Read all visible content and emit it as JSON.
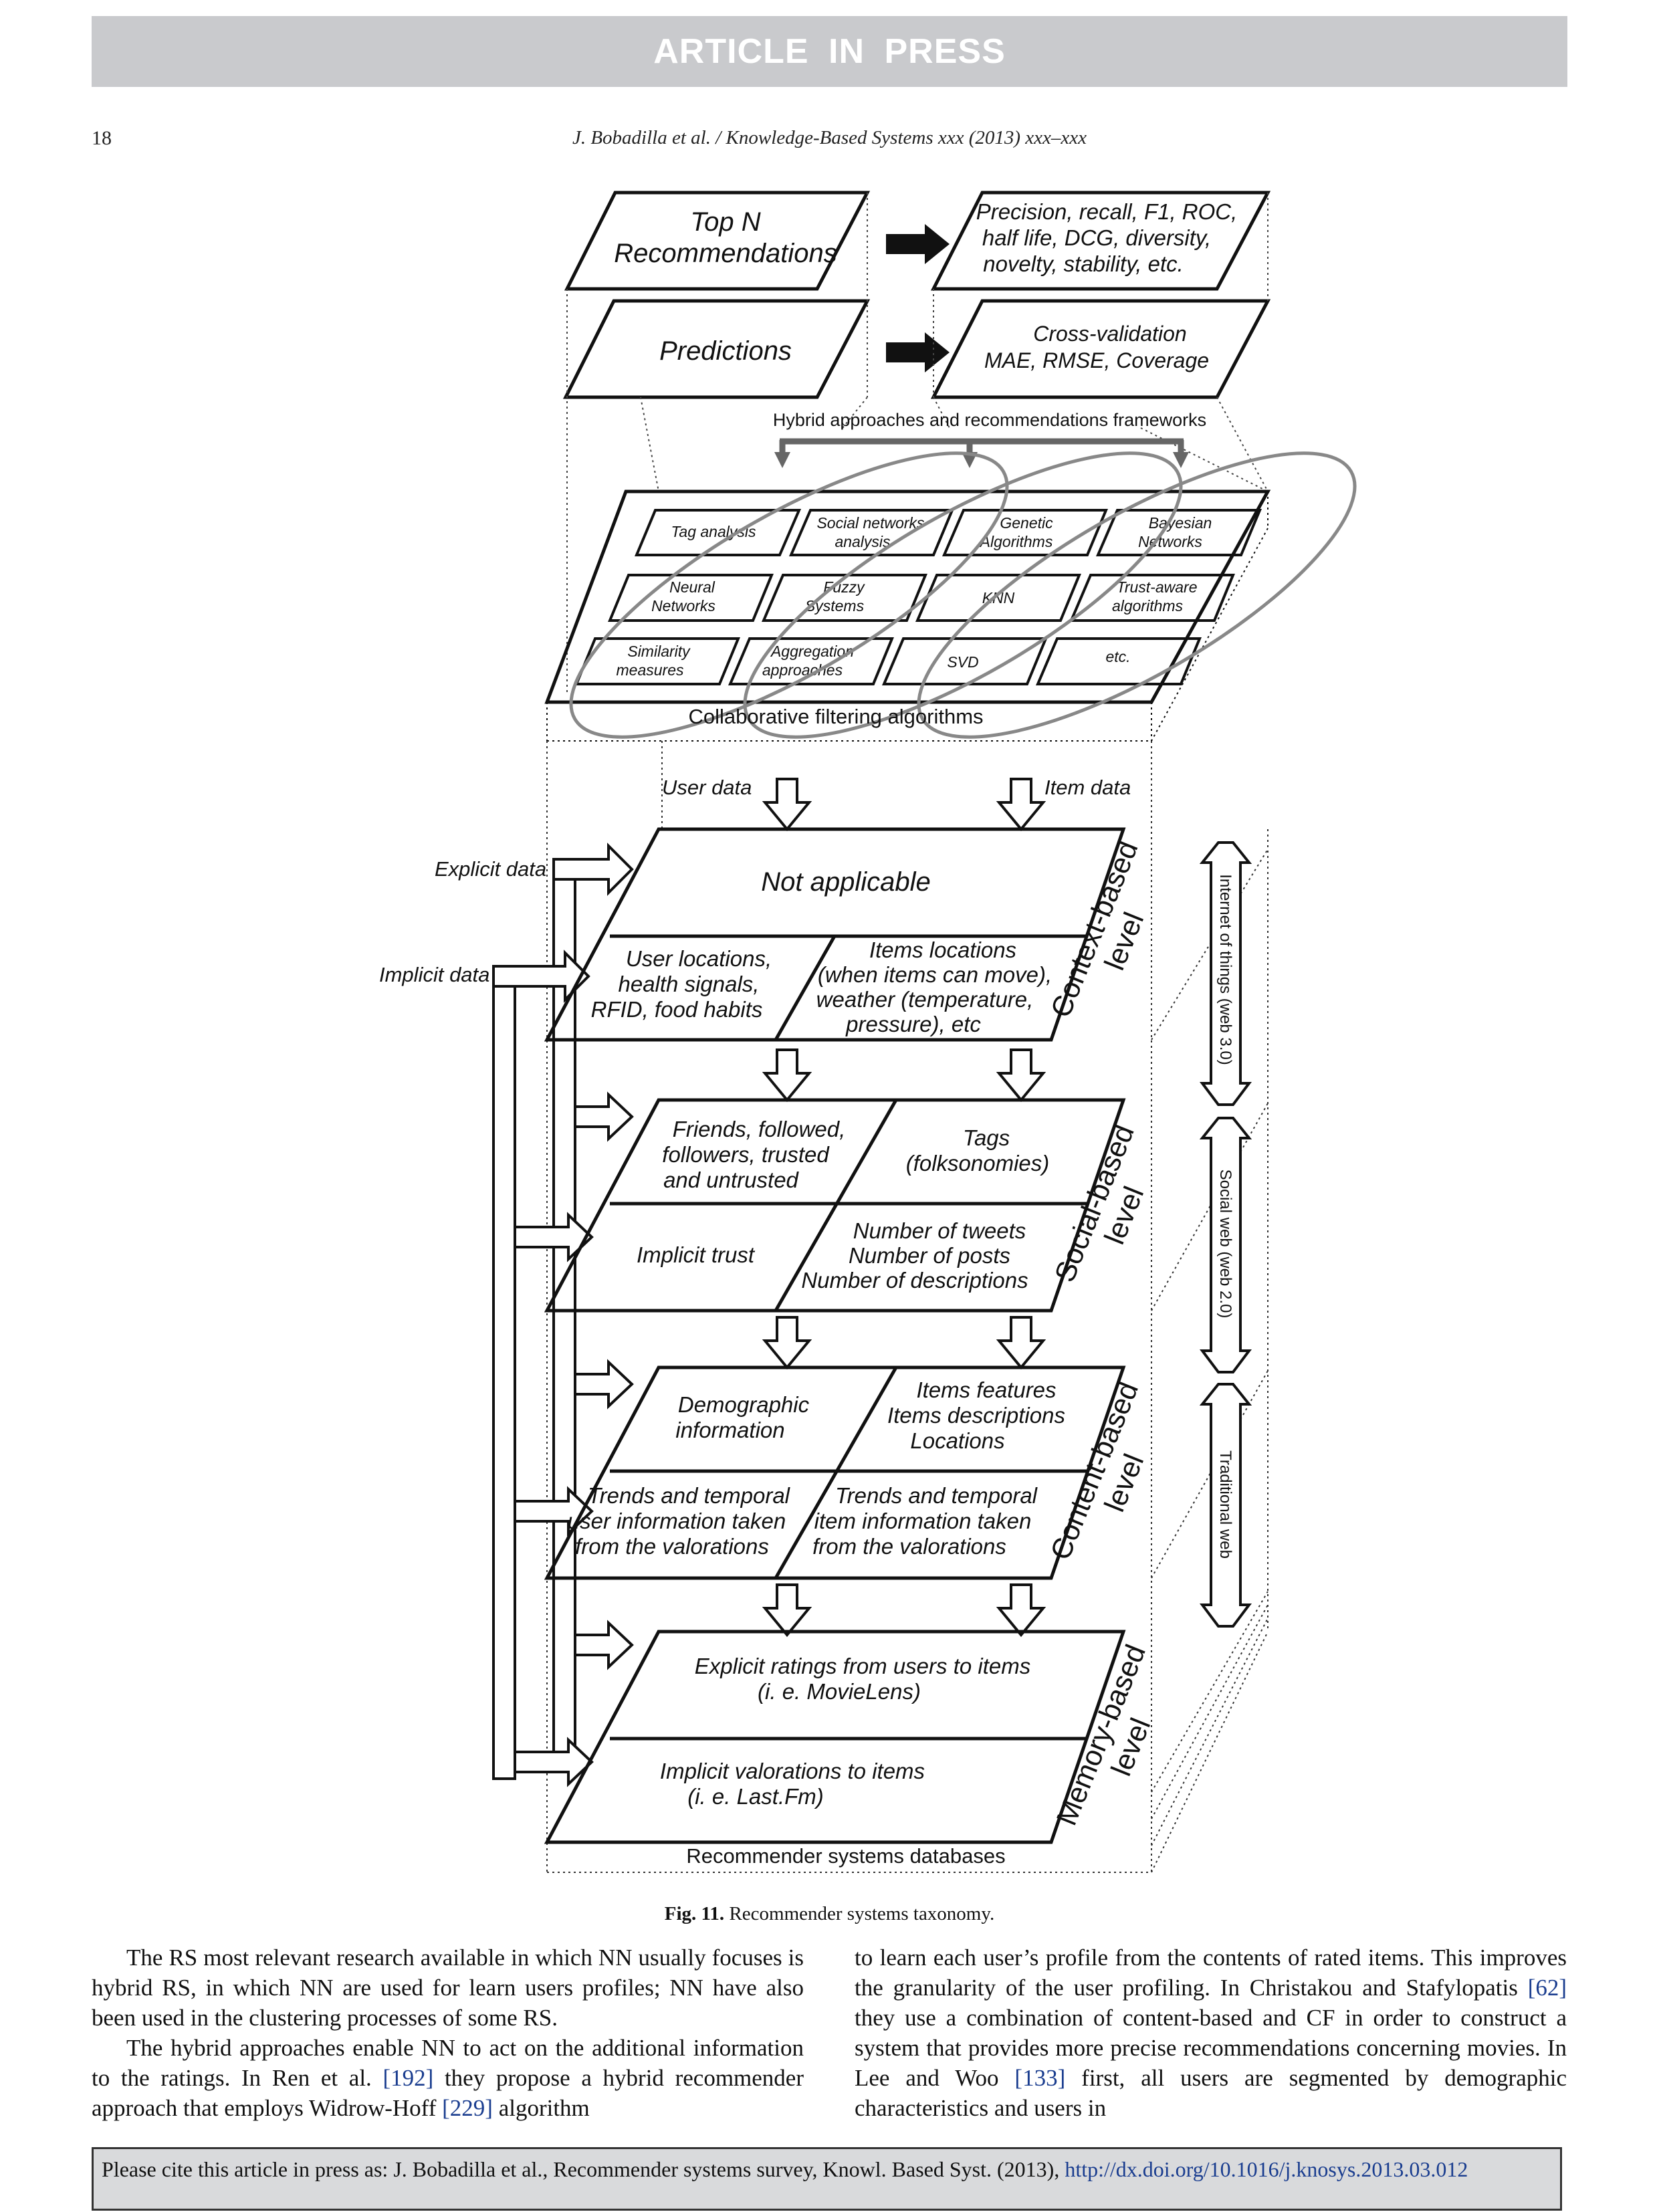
{
  "header": {
    "banner": "ARTICLE IN PRESS",
    "page_number": "18",
    "running_head": "J. Bobadilla et al. / Knowledge-Based Systems xxx (2013) xxx–xxx"
  },
  "figure": {
    "eval": {
      "topn_1": "Top N",
      "topn_2": "Recommendations",
      "topn_metrics": [
        "Precision, recall, F1, ROC,",
        "half life, DCG, diversity,",
        "novelty, stability, etc."
      ],
      "pred": "Predictions",
      "pred_metrics": [
        "Cross-validation",
        "MAE, RMSE, Coverage"
      ]
    },
    "hybrid_label": "Hybrid approaches and recommendations frameworks",
    "cf": {
      "row1": [
        [
          "Tag analysis"
        ],
        [
          "Social networks",
          "analysis"
        ],
        [
          "Genetic",
          "Algorithms"
        ],
        [
          "Bayesian",
          "Networks"
        ]
      ],
      "row2": [
        [
          "Neural",
          "Networks"
        ],
        [
          "Fuzzy",
          "Systems"
        ],
        [
          "KNN"
        ],
        [
          "Trust-aware",
          "algorithms"
        ]
      ],
      "row3": [
        [
          "Similarity",
          "measures"
        ],
        [
          "Aggregation",
          "approaches"
        ],
        [
          "SVD"
        ],
        [
          "etc."
        ]
      ],
      "label": "Collaborative filtering algorithms"
    },
    "inputs": {
      "user_data": "User data",
      "item_data": "Item data",
      "explicit": "Explicit data",
      "implicit": "Implicit data"
    },
    "context": {
      "top": "Not applicable",
      "left": [
        "User locations,",
        "health signals,",
        "RFID, food habits"
      ],
      "right": [
        "Items locations",
        "(when items can move),",
        "weather (temperature,",
        "pressure), etc"
      ],
      "side": [
        "Context-based",
        "level"
      ]
    },
    "social": {
      "tl": [
        "Friends, followed,",
        "followers, trusted",
        "and untrusted"
      ],
      "tr": [
        "Tags",
        "(folksonomies)"
      ],
      "bl": [
        "Implicit trust"
      ],
      "br": [
        "Number of tweets",
        "Number of posts",
        "Number of descriptions"
      ],
      "side": [
        "Social-based",
        "level"
      ]
    },
    "content": {
      "tl": [
        "Demographic",
        "information"
      ],
      "tr": [
        "Items features",
        "Items descriptions",
        "Locations"
      ],
      "bl": [
        "Trends and temporal",
        "user information taken",
        "from the valorations"
      ],
      "br": [
        "Trends and temporal",
        "item information taken",
        "from the valorations"
      ],
      "side": [
        "Content-based",
        "level"
      ]
    },
    "memory": {
      "top": [
        "Explicit ratings from users to items",
        "(i. e. MovieLens)"
      ],
      "bottom": [
        "Implicit valorations to items",
        "(i. e. Last.Fm)"
      ],
      "side": [
        "Memory-based",
        "level"
      ],
      "label": "Recommender systems databases"
    },
    "web": {
      "iot": "Internet of things (web 3.0)",
      "social": "Social web (web 2.0)",
      "traditional": "Traditional web"
    },
    "caption_num": "Fig. 11.",
    "caption_text": "Recommender systems taxonomy."
  },
  "body": {
    "left_p1": "The RS most relevant research available in which NN usually focuses is hybrid RS, in which NN are used for learn users profiles; NN have also been used in the clustering processes of some RS.",
    "left_p2_a": "The hybrid approaches enable NN to act on the additional information to the ratings. In Ren et al. ",
    "left_p2_ref1": "[192]",
    "left_p2_b": " they propose a hybrid recommender approach that employs Widrow-Hoff ",
    "left_p2_ref2": "[229]",
    "left_p2_c": " algorithm",
    "right_a": "to learn each user’s profile from the contents of rated items. This improves the granularity of the user profiling. In Christakou and Stafylopatis ",
    "right_ref1": "[62]",
    "right_b": " they use a combination of content-based and CF in order to construct a system that provides more precise recommendations concerning movies. In Lee and Woo ",
    "right_ref2": "[133]",
    "right_c": " first, all users are segmented by demographic characteristics and users in"
  },
  "footer": {
    "cite_text": "Please cite this article in press as: J. Bobadilla et al., Recommender systems survey, Knowl. Based Syst. (2013), ",
    "cite_link": "http://dx.doi.org/10.1016/j.knosys.2013.03.012"
  }
}
